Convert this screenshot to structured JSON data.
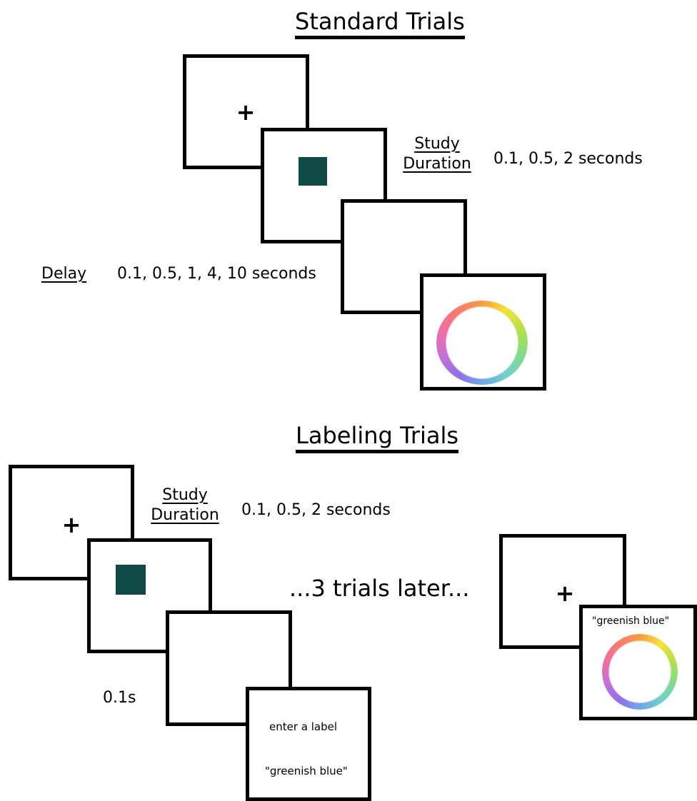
{
  "colors": {
    "stimulus": "#0f4a46",
    "frame_border": "#000000"
  },
  "standard": {
    "title": "Standard Trials",
    "fixation": "+",
    "study_label_1": "Study",
    "study_label_2": "Duration",
    "study_values": "0.1, 0.5, 2 seconds",
    "delay_label": "Delay",
    "delay_values": "0.1, 0.5, 1, 4, 10 seconds"
  },
  "labeling": {
    "title": "Labeling Trials",
    "fixation": "+",
    "study_label_1": "Study",
    "study_label_2": "Duration",
    "study_values": "0.1, 0.5, 2 seconds",
    "delay_value": "0.1s",
    "prompt": "enter a label",
    "response": "\"greenish blue\"",
    "later_text": "...3 trials later...",
    "later_fixation": "+",
    "later_cue": "\"greenish blue\""
  }
}
